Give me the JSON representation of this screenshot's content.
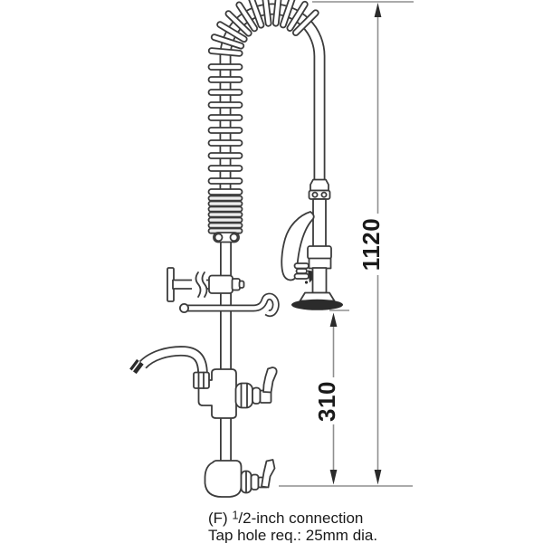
{
  "diagram": {
    "type": "technical-drawing",
    "subject": "pre-rinse-spray-unit-with-add-on-faucet",
    "dimensions": {
      "overall_height": "1120",
      "spray_head_clearance": "310"
    },
    "notes": {
      "connection_prefix": "(F) ",
      "connection_fraction_numerator": "1",
      "connection_suffix": "/2-inch connection",
      "tap_hole": "Tap hole req.: 25mm dia."
    },
    "colors": {
      "line": "#3c3c3c",
      "dim": "#8f8f8f",
      "arrow": "#2b2b2b",
      "ink": "#1a1a1a",
      "fill": "#ffffff",
      "coil": "#ededed"
    }
  }
}
